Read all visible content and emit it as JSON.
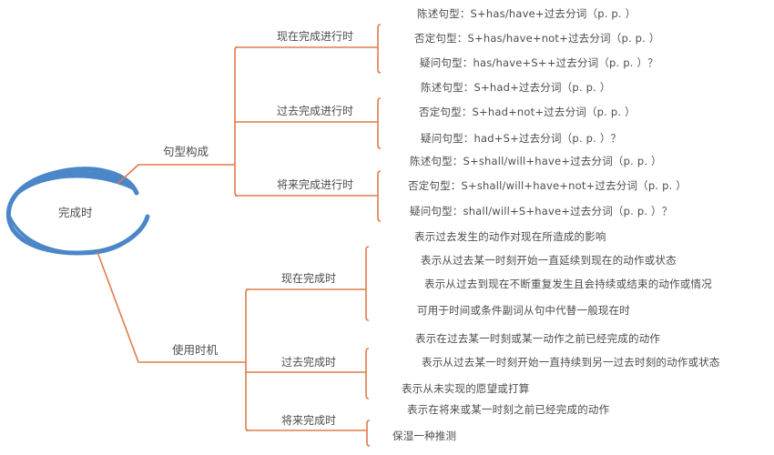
{
  "colors": {
    "line": "#e07b4a",
    "line_dark": "#c9713f",
    "ellipse": "#4a86c8",
    "text": "#4d4d4d",
    "leaf_underline": "#e9b898"
  },
  "root": {
    "label": "完成时",
    "shape": "ellipse-swoosh"
  },
  "branches": [
    {
      "label": "句型构成",
      "children": [
        {
          "label": "现在完成进行时",
          "leaves": [
            "陈述句型：S+has/have+过去分词（p. p. ）",
            "否定句型：S+has/have+not+过去分词（p. p. ）",
            "疑问句型：has/have+S++过去分词（p. p. ）？"
          ]
        },
        {
          "label": "过去完成进行时",
          "leaves": [
            "陈述句型：S+had+过去分词（p. p. ）",
            "否定句型：S+had+not+过去分词（p. p. ）",
            "疑问句型：had+S+过去分词（p. p. ）？"
          ]
        },
        {
          "label": "将来完成进行时",
          "leaves": [
            "陈述句型：S+shall/will+have+过去分词（p. p. ）",
            "否定句型：S+shall/will+have+not+过去分词（p. p. ）",
            "疑问句型：shall/will+S+have+过去分词（p. p. ）？"
          ]
        }
      ]
    },
    {
      "label": "使用时机",
      "children": [
        {
          "label": "现在完成时",
          "leaves": [
            "表示过去发生的动作对现在所造成的影响",
            "表示从过去某一时刻开始一直延续到现在的动作或状态",
            "表示从过去到现在不断重复发生且会持续或结束的动作或情况",
            "可用于时间或条件副词从句中代替一般现在时"
          ]
        },
        {
          "label": "过去完成时",
          "leaves": [
            "表示在过去某一时刻或某一动作之前已经完成的动作",
            "表示从过去某一时刻开始一直持续到另一过去时刻的动作或状态",
            "表示从未实现的愿望或打算"
          ]
        },
        {
          "label": "将来完成时",
          "leaves": [
            "表示在将来或某一时刻之前已经完成的动作",
            "保湿一种推测"
          ]
        }
      ]
    }
  ]
}
